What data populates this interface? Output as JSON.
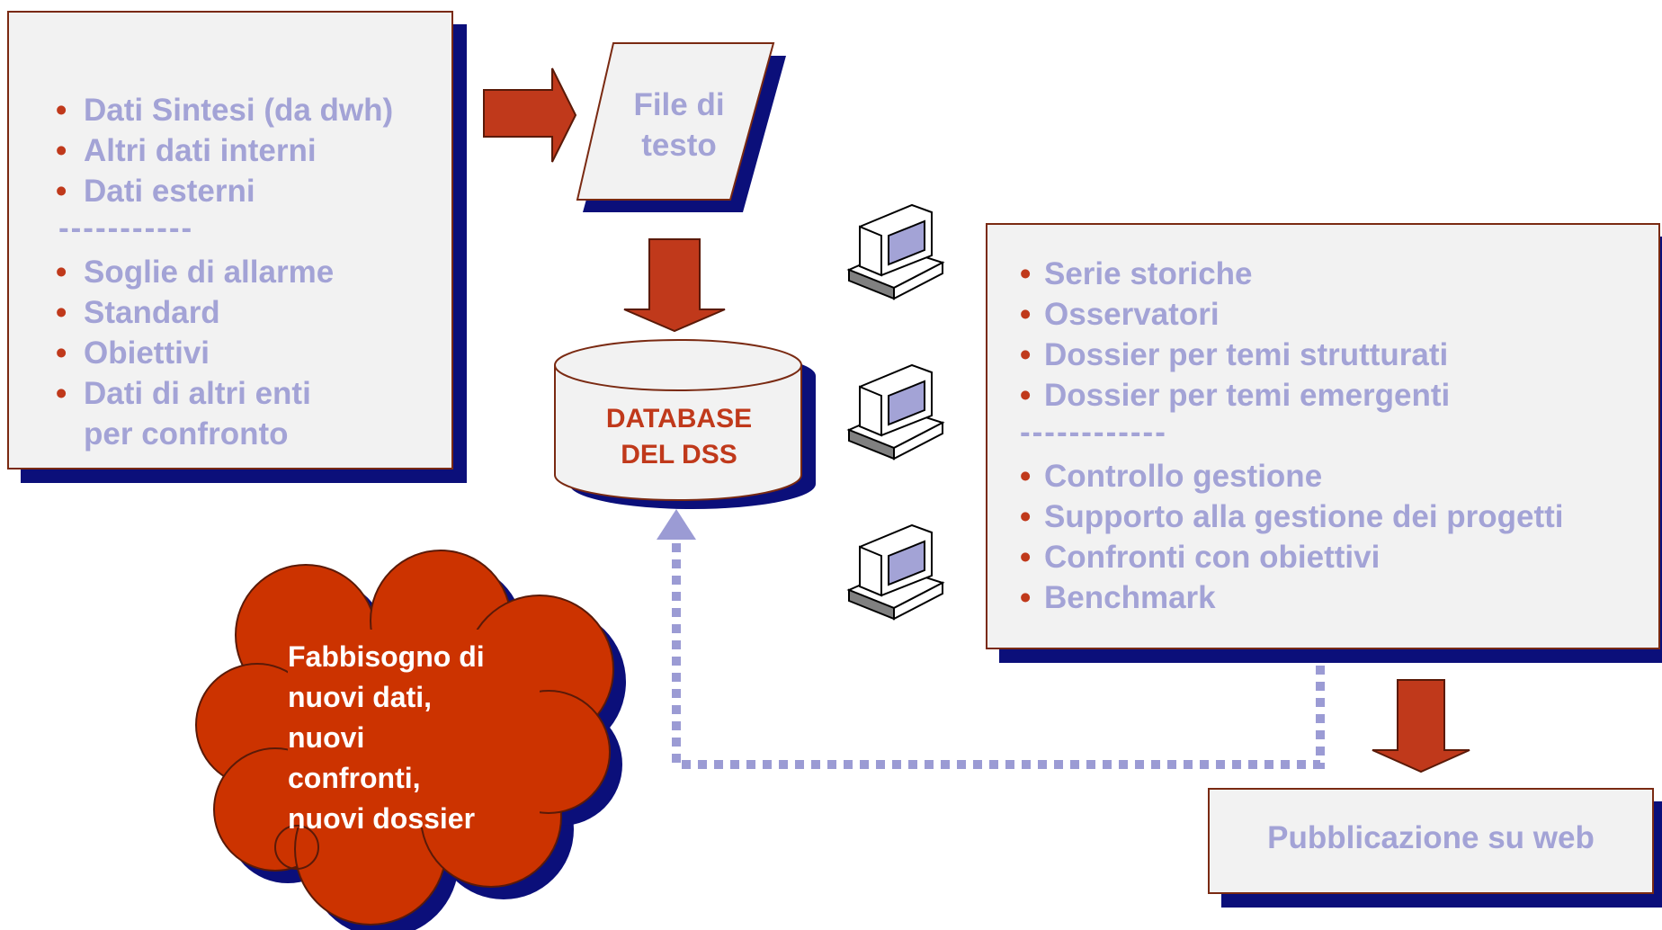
{
  "sources_box": {
    "items_top": [
      "Dati Sintesi (da dwh)",
      "Altri dati interni",
      "Dati esterni"
    ],
    "separator": "-----------",
    "items_bottom": [
      "Soglie di allarme",
      "Standard",
      "Obiettivi",
      "Dati di altri enti"
    ],
    "continuation": "per confronto"
  },
  "file_node": {
    "line1": "File di",
    "line2": "testo"
  },
  "database_node": {
    "line1": "DATABASE",
    "line2": "DEL DSS"
  },
  "outputs_box": {
    "items_top": [
      "Serie storiche",
      "Osservatori",
      "Dossier per temi strutturati",
      "Dossier per temi emergenti"
    ],
    "separator": "------------",
    "items_bottom": [
      "Controllo gestione",
      "Supporto alla gestione dei progetti",
      "Confronti con obiettivi",
      "Benchmark"
    ]
  },
  "publication_box": {
    "label": "Pubblicazione su web"
  },
  "cloud": {
    "lines": [
      "Fabbisogno di",
      "nuovi dati,",
      "nuovi",
      "confronti,",
      "nuovi dossier"
    ]
  },
  "bullet_glyph": "•",
  "colors": {
    "box_fill": "#f2f2f2",
    "box_border": "#7a2a12",
    "shadow": "#0b0f7a",
    "text": "#a3a3d6",
    "accent": "#c0391b",
    "cloud": "#cc3300",
    "dotted": "#9b9bd4"
  }
}
